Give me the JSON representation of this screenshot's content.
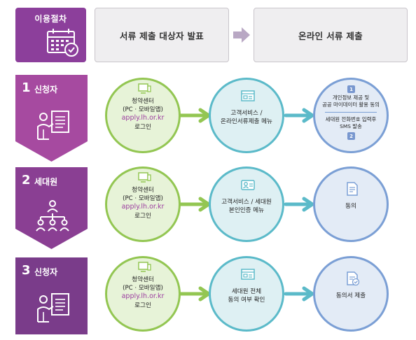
{
  "header": {
    "label": "이용절차",
    "steps": [
      "서류 제출 대상자 발표",
      "온라인 서류 제출"
    ]
  },
  "rows": [
    {
      "num": "1",
      "name": "신청자",
      "badge_color": "#a64aa0",
      "login": {
        "line1": "청약센터",
        "line2": "(PC · 모바일앱)",
        "url": "apply.lh.or.kr",
        "line3": "로그인"
      },
      "menu": {
        "line1": "고객서비스 /",
        "line2": "온라인서류제출 메뉴"
      },
      "final": {
        "chip1": "1",
        "line1": "개인정보 제공 및",
        "line2": "공공 마이데이터 활용 동의",
        "line3": "세대원 전화번호 입력후",
        "line4": "SMS 발송",
        "chip2": "2"
      }
    },
    {
      "num": "2",
      "name": "세대원",
      "badge_color": "#8a3f93",
      "login": {
        "line1": "청약센터",
        "line2": "(PC · 모바일앱)",
        "url": "apply.lh.or.kr",
        "line3": "로그인"
      },
      "menu": {
        "line1": "고객서비스 / 세대원",
        "line2": "본인인증 메뉴"
      },
      "final": {
        "line1": "동의"
      }
    },
    {
      "num": "3",
      "name": "신청자",
      "badge_color": "#7a3c8a",
      "login": {
        "line1": "청약센터",
        "line2": "(PC · 모바일앱)",
        "url": "apply.lh.or.kr",
        "line3": "로그인"
      },
      "menu": {
        "line1": "세대원 전체",
        "line2": "동의 여부 확인"
      },
      "final": {
        "line1": "동의서 제출"
      }
    }
  ],
  "colors": {
    "purple": "#8c3f9b",
    "green": "#93c652",
    "teal": "#5bbac9",
    "blue": "#7b9fd5"
  },
  "icons": [
    "calendar-check-icon",
    "presenter-document-icon",
    "org-chart-icon",
    "computer-icon",
    "online-form-icon",
    "id-card-icon",
    "document-icon",
    "document-check-icon"
  ]
}
